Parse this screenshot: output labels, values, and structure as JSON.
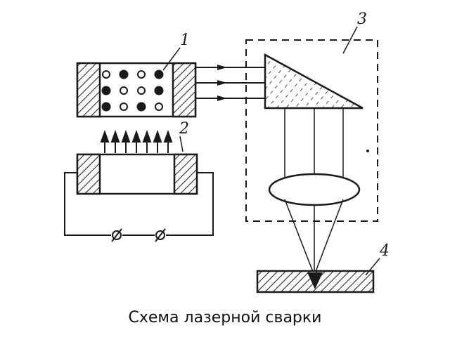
{
  "caption": "Схема лазерной сварки",
  "labels": {
    "active_element": "1",
    "pump_lamp": "2",
    "optical_system": "3",
    "workpiece": "4"
  },
  "colors": {
    "ink": "#1a1a1a",
    "background": "#ffffff"
  }
}
